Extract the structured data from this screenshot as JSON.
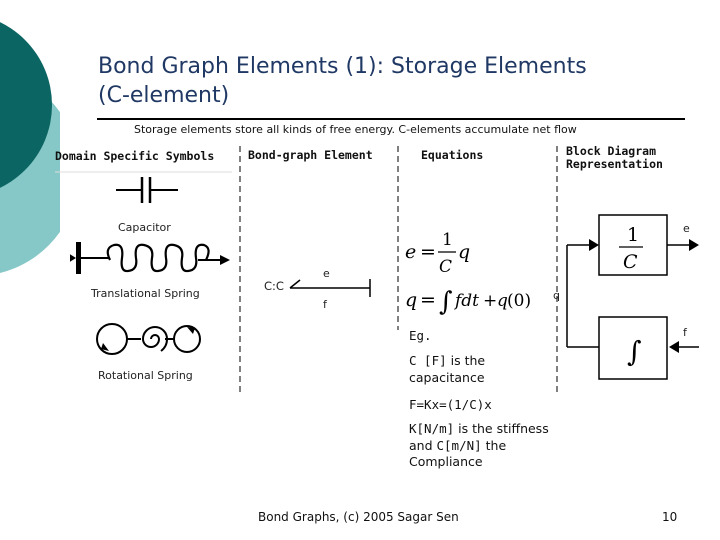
{
  "title_line1": "Bond Graph Elements (1): Storage Elements",
  "title_line2": "(C-element)",
  "subtitle": "Storage elements store all kinds of free energy. C-elements accumulate net flow",
  "columns": {
    "symbols": "Domain Specific Symbols",
    "bond": "Bond-graph Element",
    "equations": "Equations",
    "block_line1": "Block Diagram",
    "block_line2": "Representation"
  },
  "symbols": {
    "capacitor": "Capacitor",
    "translational": "Translational Spring",
    "rotational": "Rotational Spring"
  },
  "bond": {
    "element": "C:C",
    "effort": "e",
    "flow": "f"
  },
  "block": {
    "effort": "e",
    "flow": "f",
    "q": "q"
  },
  "notes": {
    "eg": "Eg.",
    "c_sym": "C [F]",
    "c_text": " is the capacitance",
    "formula": "F=Kx=(1/C)x",
    "k_sym": "K[N/m]",
    "k_text1": " is the stiffness and ",
    "c2_sym": "C[m/N]",
    "k_text2": " the Compliance"
  },
  "footer": "Bond Graphs, (c) 2005 Sagar Sen",
  "page_number": "10",
  "colors": {
    "teal_dark": "#0b6563",
    "teal_light": "#7ec4c4",
    "title": "#1f3864"
  }
}
